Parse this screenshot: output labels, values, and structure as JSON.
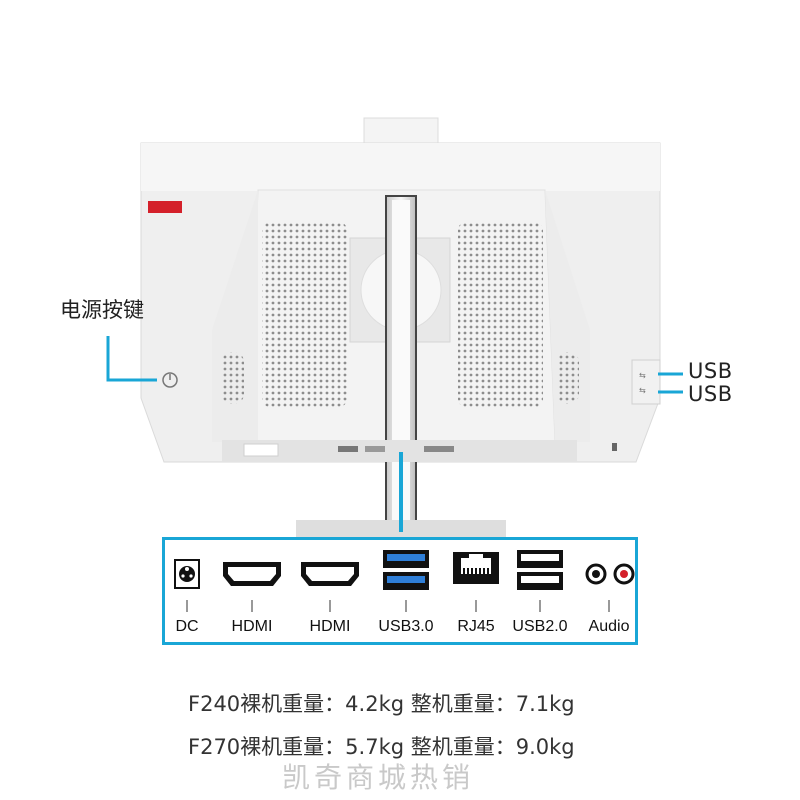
{
  "callouts": {
    "power_button": "电源按键",
    "usb_top": "USB",
    "usb_bottom": "USB"
  },
  "ports": [
    {
      "id": "dc",
      "label": "DC"
    },
    {
      "id": "hdmi1",
      "label": "HDMI"
    },
    {
      "id": "hdmi2",
      "label": "HDMI"
    },
    {
      "id": "usb3",
      "label": "USB3.0"
    },
    {
      "id": "rj45",
      "label": "RJ45"
    },
    {
      "id": "usb2",
      "label": "USB2.0"
    },
    {
      "id": "audio",
      "label": "Audio"
    }
  ],
  "specs": {
    "f240": {
      "model_label": "F240裸机重量：",
      "bare_weight": "4.2kg",
      "full_label": " 整机重量：",
      "full_weight": "7.1kg"
    },
    "f270": {
      "model_label": "F270裸机重量：",
      "bare_weight": "5.7kg",
      "full_label": " 整机重量：",
      "full_weight": "9.0kg"
    }
  },
  "watermark": "凯奇商城热销",
  "colors": {
    "accent": "#19a6d6",
    "badge": "#d4202a"
  }
}
